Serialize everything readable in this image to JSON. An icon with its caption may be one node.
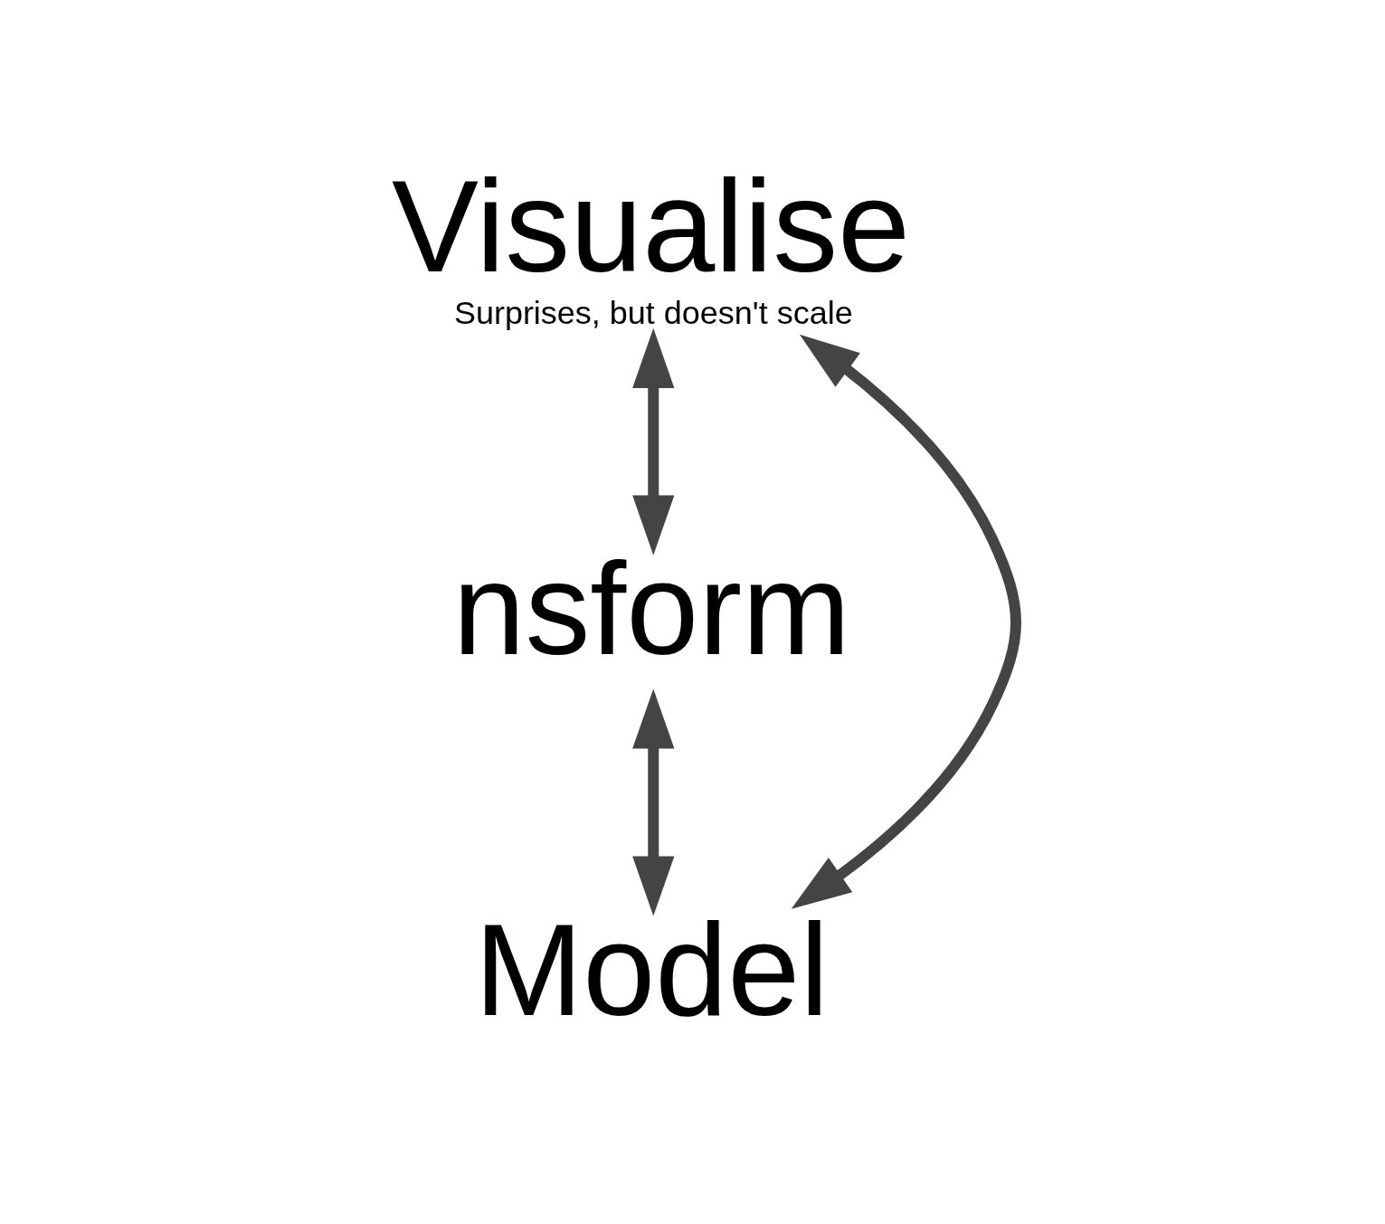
{
  "diagram": {
    "nodes": [
      {
        "text": [
          "Visualise",
          "Surprises, but doesn't scale"
        ]
      },
      {
        "text": [
          "nsform"
        ]
      },
      {
        "text": [
          "Model"
        ]
      }
    ],
    "edges": [
      {
        "from": 0,
        "to": 1,
        "arrow": "both"
      },
      {
        "from": 1,
        "to": 2,
        "arrow": "both"
      },
      {
        "from": 2,
        "to": 0,
        "arrow": "both"
      }
    ]
  }
}
